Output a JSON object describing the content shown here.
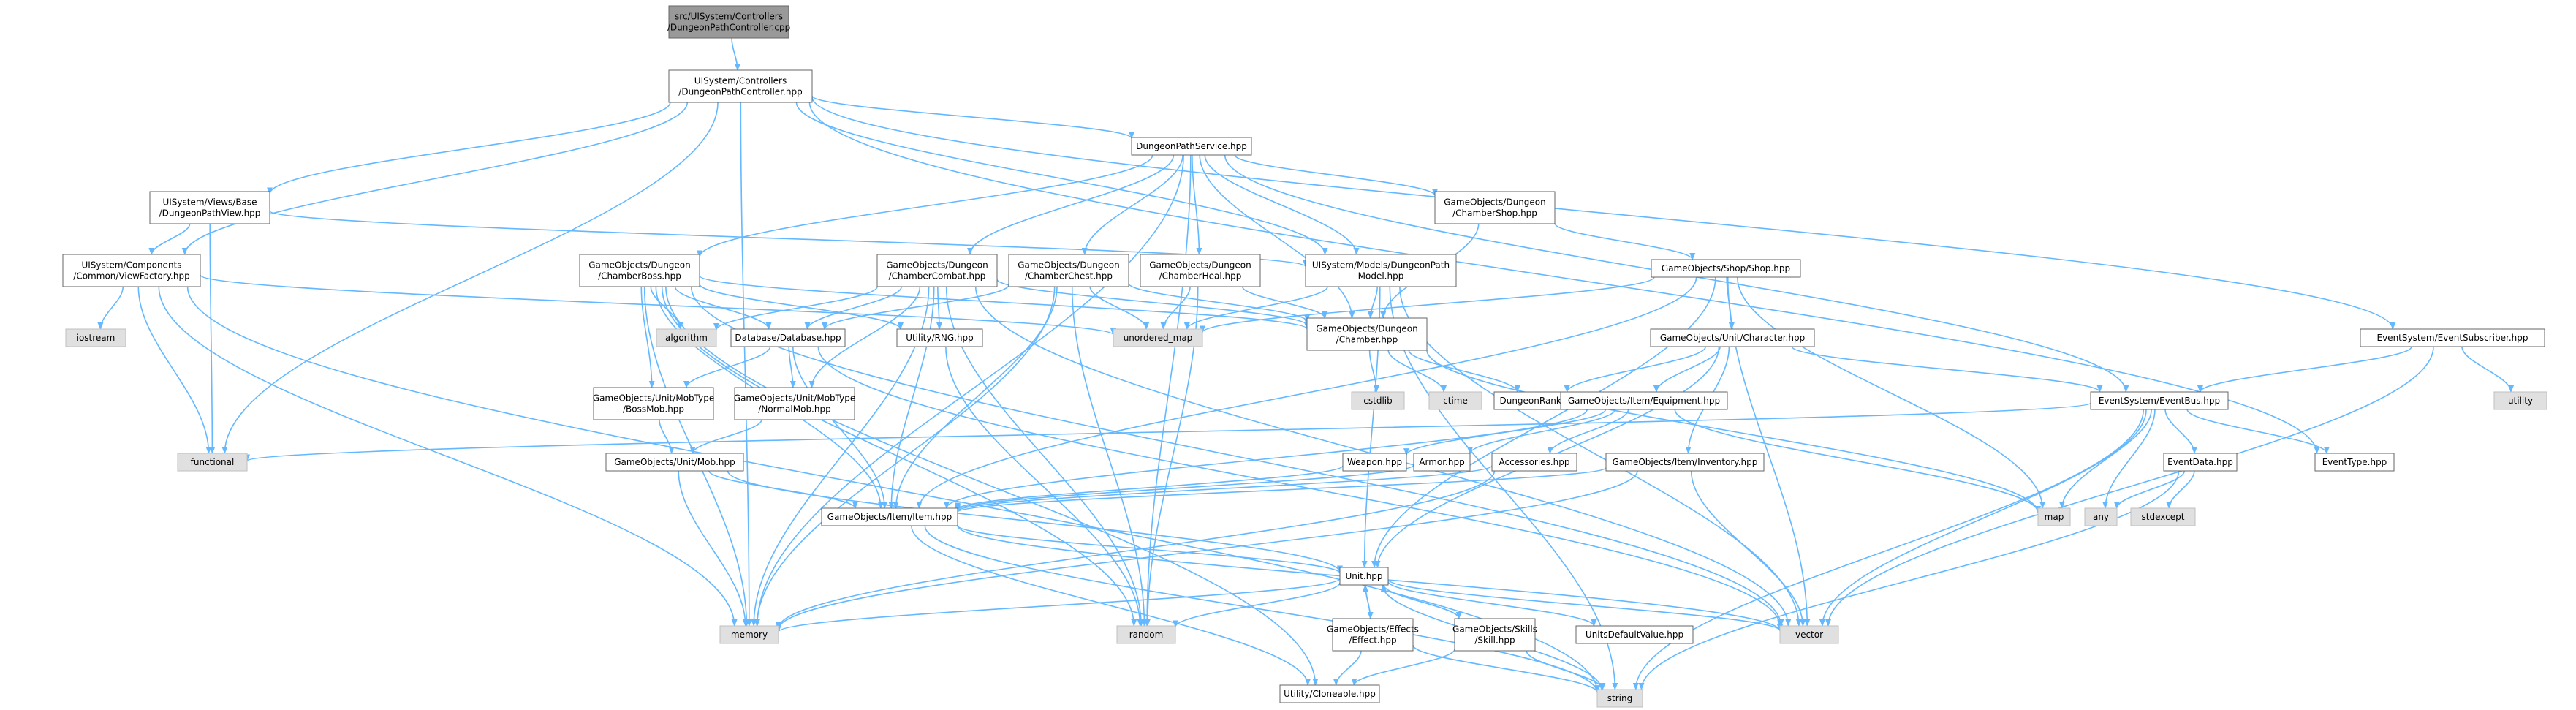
{
  "colors": {
    "edge": "#63b8ff",
    "node_border": "#666666",
    "node_fill": "#ffffff",
    "root_fill": "#999999",
    "system_fill": "#e0e0e0",
    "text": "#000000"
  },
  "nodes": [
    {
      "id": "cpp",
      "lines": [
        "src/UISystem/Controllers",
        "/DungeonPathController.cpp"
      ],
      "style": "root"
    },
    {
      "id": "controller_hpp",
      "lines": [
        "UISystem/Controllers",
        "/DungeonPathController.hpp"
      ],
      "style": "file"
    },
    {
      "id": "service",
      "lines": [
        "DungeonPathService.hpp"
      ],
      "style": "file"
    },
    {
      "id": "view_base",
      "lines": [
        "UISystem/Views/Base",
        "/DungeonPathView.hpp"
      ],
      "style": "file"
    },
    {
      "id": "chamber_shop",
      "lines": [
        "GameObjects/Dungeon",
        "/ChamberShop.hpp"
      ],
      "style": "file"
    },
    {
      "id": "view_factory",
      "lines": [
        "UISystem/Components",
        "/Common/ViewFactory.hpp"
      ],
      "style": "file"
    },
    {
      "id": "chamber_boss",
      "lines": [
        "GameObjects/Dungeon",
        "/ChamberBoss.hpp"
      ],
      "style": "file"
    },
    {
      "id": "chamber_combat",
      "lines": [
        "GameObjects/Dungeon",
        "/ChamberCombat.hpp"
      ],
      "style": "file"
    },
    {
      "id": "chamber_chest",
      "lines": [
        "GameObjects/Dungeon",
        "/ChamberChest.hpp"
      ],
      "style": "file"
    },
    {
      "id": "chamber_heal",
      "lines": [
        "GameObjects/Dungeon",
        "/ChamberHeal.hpp"
      ],
      "style": "file"
    },
    {
      "id": "path_model",
      "lines": [
        "UISystem/Models/DungeonPath",
        "Model.hpp"
      ],
      "style": "file"
    },
    {
      "id": "shop",
      "lines": [
        "GameObjects/Shop/Shop.hpp"
      ],
      "style": "file"
    },
    {
      "id": "iostream",
      "lines": [
        "iostream"
      ],
      "style": "system"
    },
    {
      "id": "algorithm",
      "lines": [
        "algorithm"
      ],
      "style": "system"
    },
    {
      "id": "unordered_map",
      "lines": [
        "unordered_map"
      ],
      "style": "system"
    },
    {
      "id": "database",
      "lines": [
        "Database/Database.hpp"
      ],
      "style": "file"
    },
    {
      "id": "rng",
      "lines": [
        "Utility/RNG.hpp"
      ],
      "style": "file"
    },
    {
      "id": "chamber",
      "lines": [
        "GameObjects/Dungeon",
        "/Chamber.hpp"
      ],
      "style": "file"
    },
    {
      "id": "character",
      "lines": [
        "GameObjects/Unit/Character.hpp"
      ],
      "style": "file"
    },
    {
      "id": "event_subscriber",
      "lines": [
        "EventSystem/EventSubscriber.hpp"
      ],
      "style": "file"
    },
    {
      "id": "utility",
      "lines": [
        "utility"
      ],
      "style": "system"
    },
    {
      "id": "cstdlib",
      "lines": [
        "cstdlib"
      ],
      "style": "system"
    },
    {
      "id": "ctime",
      "lines": [
        "ctime"
      ],
      "style": "system"
    },
    {
      "id": "dungeon_rank",
      "lines": [
        "DungeonRank.hpp"
      ],
      "style": "file"
    },
    {
      "id": "boss_mob",
      "lines": [
        "GameObjects/Unit/MobType",
        "/BossMob.hpp"
      ],
      "style": "file"
    },
    {
      "id": "normal_mob",
      "lines": [
        "GameObjects/Unit/MobType",
        "/NormalMob.hpp"
      ],
      "style": "file"
    },
    {
      "id": "equipment",
      "lines": [
        "GameObjects/Item/Equipment.hpp"
      ],
      "style": "file"
    },
    {
      "id": "event_bus",
      "lines": [
        "EventSystem/EventBus.hpp"
      ],
      "style": "file"
    },
    {
      "id": "functional",
      "lines": [
        "functional"
      ],
      "style": "system"
    },
    {
      "id": "weapon",
      "lines": [
        "Weapon.hpp"
      ],
      "style": "file"
    },
    {
      "id": "armor",
      "lines": [
        "Armor.hpp"
      ],
      "style": "file"
    },
    {
      "id": "accessories",
      "lines": [
        "Accessories.hpp"
      ],
      "style": "file"
    },
    {
      "id": "inventory",
      "lines": [
        "GameObjects/Item/Inventory.hpp"
      ],
      "style": "file"
    },
    {
      "id": "mob",
      "lines": [
        "GameObjects/Unit/Mob.hpp"
      ],
      "style": "file"
    },
    {
      "id": "event_data",
      "lines": [
        "EventData.hpp"
      ],
      "style": "file"
    },
    {
      "id": "event_type",
      "lines": [
        "EventType.hpp"
      ],
      "style": "file"
    },
    {
      "id": "item",
      "lines": [
        "GameObjects/Item/Item.hpp"
      ],
      "style": "file"
    },
    {
      "id": "map",
      "lines": [
        "map"
      ],
      "style": "system"
    },
    {
      "id": "any",
      "lines": [
        "any"
      ],
      "style": "system"
    },
    {
      "id": "stdexcept",
      "lines": [
        "stdexcept"
      ],
      "style": "system"
    },
    {
      "id": "unit",
      "lines": [
        "Unit.hpp"
      ],
      "style": "file"
    },
    {
      "id": "effect",
      "lines": [
        "GameObjects/Effects",
        "/Effect.hpp"
      ],
      "style": "file"
    },
    {
      "id": "skill",
      "lines": [
        "GameObjects/Skills",
        "/Skill.hpp"
      ],
      "style": "file"
    },
    {
      "id": "units_default",
      "lines": [
        "UnitsDefaultValue.hpp"
      ],
      "style": "file"
    },
    {
      "id": "memory",
      "lines": [
        "memory"
      ],
      "style": "system"
    },
    {
      "id": "random",
      "lines": [
        "random"
      ],
      "style": "system"
    },
    {
      "id": "vector",
      "lines": [
        "vector"
      ],
      "style": "system"
    },
    {
      "id": "cloneable",
      "lines": [
        "Utility/Cloneable.hpp"
      ],
      "style": "file"
    },
    {
      "id": "string",
      "lines": [
        "string"
      ],
      "style": "system"
    }
  ],
  "edges": [
    [
      "cpp",
      "controller_hpp"
    ],
    [
      "controller_hpp",
      "service"
    ],
    [
      "controller_hpp",
      "view_base"
    ],
    [
      "controller_hpp",
      "view_factory"
    ],
    [
      "controller_hpp",
      "path_model"
    ],
    [
      "controller_hpp",
      "event_subscriber"
    ],
    [
      "controller_hpp",
      "functional"
    ],
    [
      "controller_hpp",
      "memory"
    ],
    [
      "controller_hpp",
      "event_type"
    ],
    [
      "service",
      "chamber_shop"
    ],
    [
      "service",
      "chamber_boss"
    ],
    [
      "service",
      "chamber_combat"
    ],
    [
      "service",
      "chamber_chest"
    ],
    [
      "service",
      "chamber_heal"
    ],
    [
      "service",
      "path_model"
    ],
    [
      "service",
      "chamber"
    ],
    [
      "service",
      "event_bus"
    ],
    [
      "service",
      "memory"
    ],
    [
      "service",
      "random"
    ],
    [
      "view_base",
      "view_factory"
    ],
    [
      "view_base",
      "path_model"
    ],
    [
      "view_base",
      "functional"
    ],
    [
      "view_factory",
      "iostream"
    ],
    [
      "view_factory",
      "unordered_map"
    ],
    [
      "view_factory",
      "functional"
    ],
    [
      "view_factory",
      "memory"
    ],
    [
      "view_factory",
      "string"
    ],
    [
      "chamber_shop",
      "shop"
    ],
    [
      "chamber_shop",
      "chamber"
    ],
    [
      "chamber_boss",
      "algorithm"
    ],
    [
      "chamber_boss",
      "database"
    ],
    [
      "chamber_boss",
      "rng"
    ],
    [
      "chamber_boss",
      "chamber"
    ],
    [
      "chamber_boss",
      "boss_mob"
    ],
    [
      "chamber_boss",
      "item"
    ],
    [
      "chamber_boss",
      "memory"
    ],
    [
      "chamber_boss",
      "random"
    ],
    [
      "chamber_boss",
      "cloneable"
    ],
    [
      "chamber_boss",
      "vector"
    ],
    [
      "chamber_combat",
      "algorithm"
    ],
    [
      "chamber_combat",
      "database"
    ],
    [
      "chamber_combat",
      "rng"
    ],
    [
      "chamber_combat",
      "chamber"
    ],
    [
      "chamber_combat",
      "normal_mob"
    ],
    [
      "chamber_combat",
      "item"
    ],
    [
      "chamber_combat",
      "memory"
    ],
    [
      "chamber_combat",
      "random"
    ],
    [
      "chamber_combat",
      "vector"
    ],
    [
      "chamber_chest",
      "database"
    ],
    [
      "chamber_chest",
      "chamber"
    ],
    [
      "chamber_chest",
      "item"
    ],
    [
      "chamber_chest",
      "unordered_map"
    ],
    [
      "chamber_chest",
      "memory"
    ],
    [
      "chamber_chest",
      "random"
    ],
    [
      "chamber_heal",
      "chamber"
    ],
    [
      "chamber_heal",
      "unordered_map"
    ],
    [
      "chamber_heal",
      "random"
    ],
    [
      "path_model",
      "chamber"
    ],
    [
      "path_model",
      "unordered_map"
    ],
    [
      "path_model",
      "vector"
    ],
    [
      "path_model",
      "string"
    ],
    [
      "path_model",
      "unit"
    ],
    [
      "shop",
      "unordered_map"
    ],
    [
      "shop",
      "character"
    ],
    [
      "shop",
      "item"
    ],
    [
      "shop",
      "map"
    ],
    [
      "shop",
      "vector"
    ],
    [
      "shop",
      "unit"
    ],
    [
      "database",
      "boss_mob"
    ],
    [
      "database",
      "normal_mob"
    ],
    [
      "database",
      "item"
    ],
    [
      "database",
      "vector"
    ],
    [
      "rng",
      "random"
    ],
    [
      "chamber",
      "cstdlib"
    ],
    [
      "chamber",
      "ctime"
    ],
    [
      "chamber",
      "dungeon_rank"
    ],
    [
      "chamber",
      "map"
    ],
    [
      "character",
      "dungeon_rank"
    ],
    [
      "character",
      "equipment"
    ],
    [
      "character",
      "inventory"
    ],
    [
      "character",
      "event_bus"
    ],
    [
      "character",
      "unit"
    ],
    [
      "event_subscriber",
      "event_bus"
    ],
    [
      "event_subscriber",
      "utility"
    ],
    [
      "event_subscriber",
      "vector"
    ],
    [
      "boss_mob",
      "mob"
    ],
    [
      "normal_mob",
      "mob"
    ],
    [
      "equipment",
      "weapon"
    ],
    [
      "equipment",
      "armor"
    ],
    [
      "equipment",
      "accessories"
    ],
    [
      "equipment",
      "item"
    ],
    [
      "equipment",
      "map"
    ],
    [
      "event_bus",
      "functional"
    ],
    [
      "event_bus",
      "event_data"
    ],
    [
      "event_bus",
      "event_type"
    ],
    [
      "event_bus",
      "map"
    ],
    [
      "event_bus",
      "any"
    ],
    [
      "event_bus",
      "vector"
    ],
    [
      "event_bus",
      "string"
    ],
    [
      "weapon",
      "item"
    ],
    [
      "armor",
      "item"
    ],
    [
      "accessories",
      "item"
    ],
    [
      "accessories",
      "memory"
    ],
    [
      "inventory",
      "item"
    ],
    [
      "inventory",
      "vector"
    ],
    [
      "inventory",
      "memory"
    ],
    [
      "mob",
      "unit"
    ],
    [
      "mob",
      "item"
    ],
    [
      "mob",
      "memory"
    ],
    [
      "event_data",
      "any"
    ],
    [
      "event_data",
      "stdexcept"
    ],
    [
      "event_data",
      "string"
    ],
    [
      "item",
      "unit"
    ],
    [
      "item",
      "cloneable"
    ],
    [
      "item",
      "string"
    ],
    [
      "item",
      "vector"
    ],
    [
      "unit",
      "effect"
    ],
    [
      "unit",
      "skill"
    ],
    [
      "unit",
      "units_default"
    ],
    [
      "unit",
      "memory"
    ],
    [
      "unit",
      "random"
    ],
    [
      "unit",
      "vector"
    ],
    [
      "unit",
      "string"
    ],
    [
      "effect",
      "unit"
    ],
    [
      "effect",
      "cloneable"
    ],
    [
      "effect",
      "string"
    ],
    [
      "skill",
      "unit"
    ],
    [
      "skill",
      "cloneable"
    ],
    [
      "skill",
      "string"
    ]
  ]
}
